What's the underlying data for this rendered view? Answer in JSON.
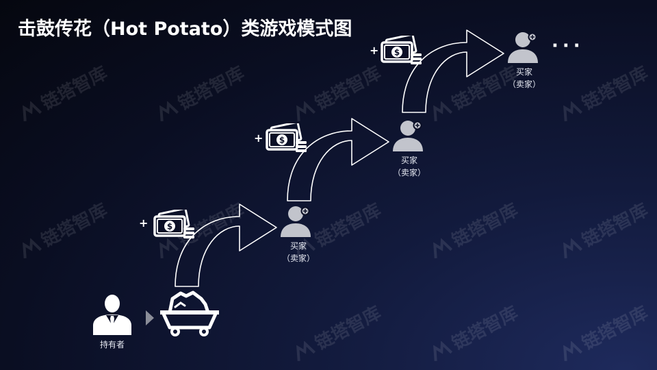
{
  "title": "击鼓传花（Hot Potato）类游戏模式图",
  "watermark": "链塔智库",
  "holder_label": "持有者",
  "buyers": [
    {
      "label": "买家",
      "sublabel": "（卖家）"
    },
    {
      "label": "买家",
      "sublabel": "（卖家）"
    },
    {
      "label": "买家",
      "sublabel": "（卖家）"
    }
  ],
  "plus_sign": "+",
  "continuation": "···",
  "icons": {
    "holder": "businessman-icon",
    "asset": "potato-cart-icon",
    "transfer": "right-triangle-arrow-icon",
    "money": "cash-stack-icon",
    "buyer": "user-add-icon",
    "pass": "curved-arrow-icon"
  },
  "colors": {
    "background": "#0a0e22",
    "user_gray": "#c2c4cc",
    "white": "#ffffff"
  }
}
